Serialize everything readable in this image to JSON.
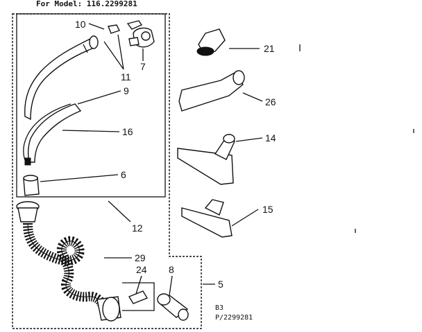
{
  "header": {
    "model_label": "For Model: 116.2299281"
  },
  "callouts": [
    {
      "id": "p10",
      "text": "10"
    },
    {
      "id": "p7",
      "text": "7"
    },
    {
      "id": "p11",
      "text": "11"
    },
    {
      "id": "p9",
      "text": "9"
    },
    {
      "id": "p16",
      "text": "16"
    },
    {
      "id": "p6",
      "text": "6"
    },
    {
      "id": "p12",
      "text": "12"
    },
    {
      "id": "p29",
      "text": "29"
    },
    {
      "id": "p24",
      "text": "24"
    },
    {
      "id": "p8",
      "text": "8"
    },
    {
      "id": "p5",
      "text": "5"
    },
    {
      "id": "p21",
      "text": "21"
    },
    {
      "id": "p26",
      "text": "26"
    },
    {
      "id": "p14",
      "text": "14"
    },
    {
      "id": "p15",
      "text": "15"
    }
  ],
  "footer": {
    "section_code": "B3",
    "part_code": "P/2299281"
  }
}
